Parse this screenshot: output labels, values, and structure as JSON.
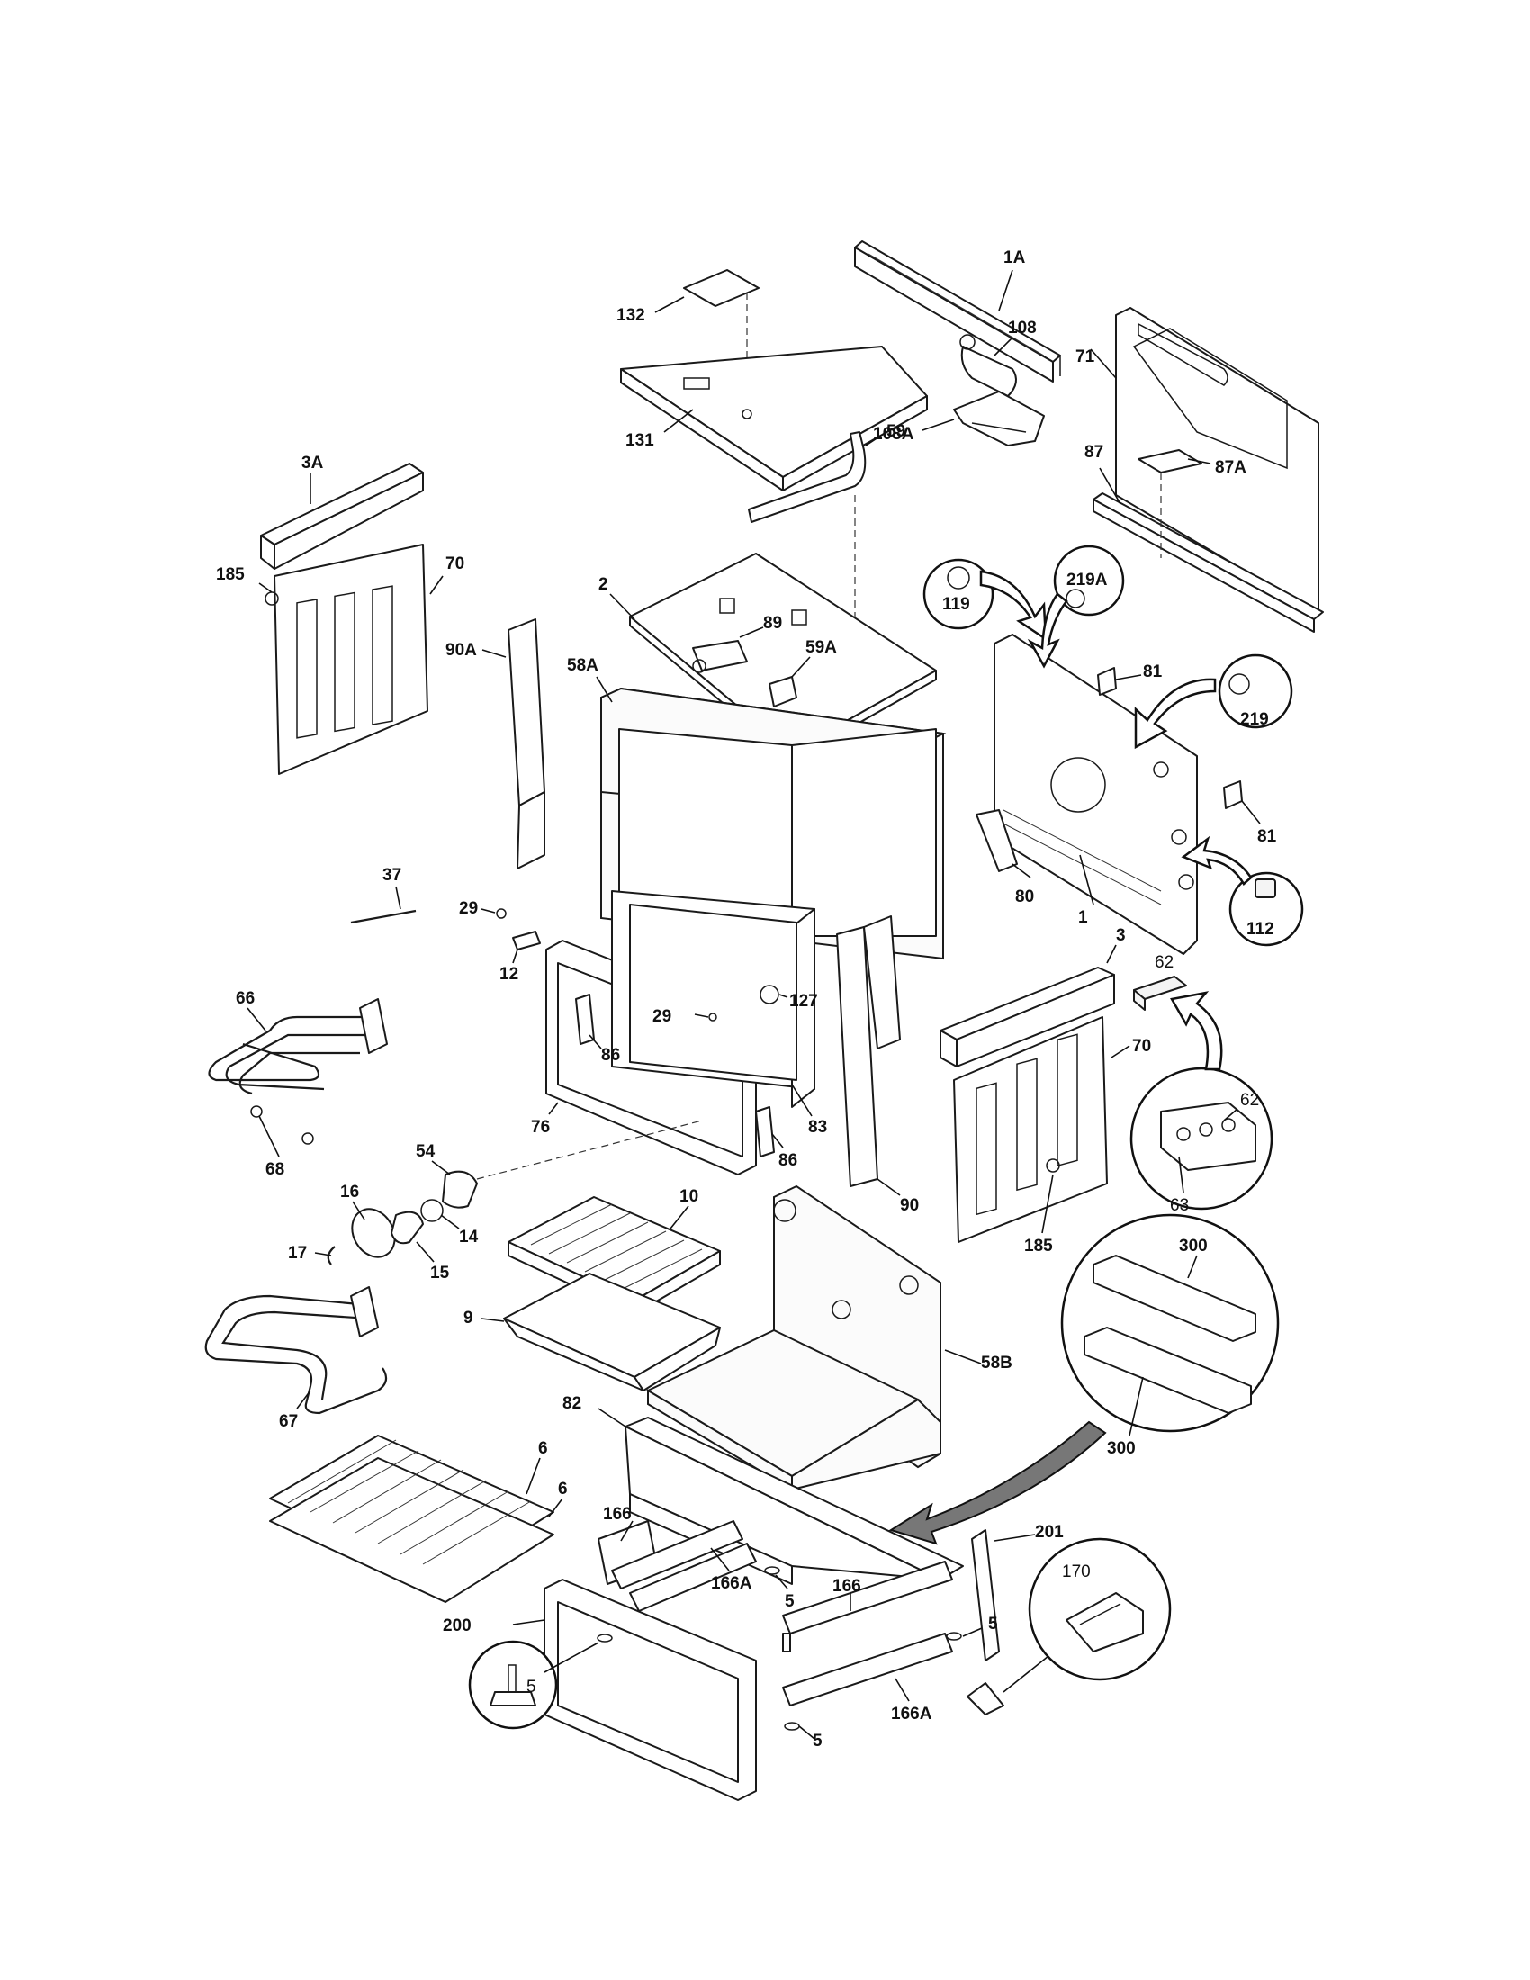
{
  "diagram": {
    "labels": {
      "l_1A": "1A",
      "l_132": "132",
      "l_71": "71",
      "l_108": "108",
      "l_131": "131",
      "l_59": "59",
      "l_3A": "3A",
      "l_87": "87",
      "l_87A": "87A",
      "l_108A": "108A",
      "l_185a": "185",
      "l_70a": "70",
      "l_2": "2",
      "l_119": "119",
      "l_219A": "219A",
      "l_89": "89",
      "l_58A": "58A",
      "l_59A": "59A",
      "l_90A": "90A",
      "l_81a": "81",
      "l_219": "219",
      "l_81b": "81",
      "l_37": "37",
      "l_29a": "29",
      "l_80": "80",
      "l_1": "1",
      "l_112": "112",
      "l_12": "12",
      "l_3": "3",
      "l_62a": "62",
      "l_66": "66",
      "l_29b": "29",
      "l_127": "127",
      "l_86a": "86",
      "l_70b": "70",
      "l_62b": "62",
      "l_76": "76",
      "l_83": "83",
      "l_86b": "86",
      "l_68": "68",
      "l_54": "54",
      "l_16": "16",
      "l_10": "10",
      "l_14": "14",
      "l_90": "90",
      "l_63": "63",
      "l_185b": "185",
      "l_17": "17",
      "l_15": "15",
      "l_9": "9",
      "l_300a": "300",
      "l_58B": "58B",
      "l_67": "67",
      "l_82": "82",
      "l_300b": "300",
      "l_6a": "6",
      "l_6b": "6",
      "l_166a": "166",
      "l_201": "201",
      "l_170": "170",
      "l_5a": "5",
      "l_166b": "166",
      "l_166Aa": "166A",
      "l_200": "200",
      "l_5b": "5",
      "l_5c": "5",
      "l_5d": "5",
      "l_166Ab": "166A"
    }
  }
}
